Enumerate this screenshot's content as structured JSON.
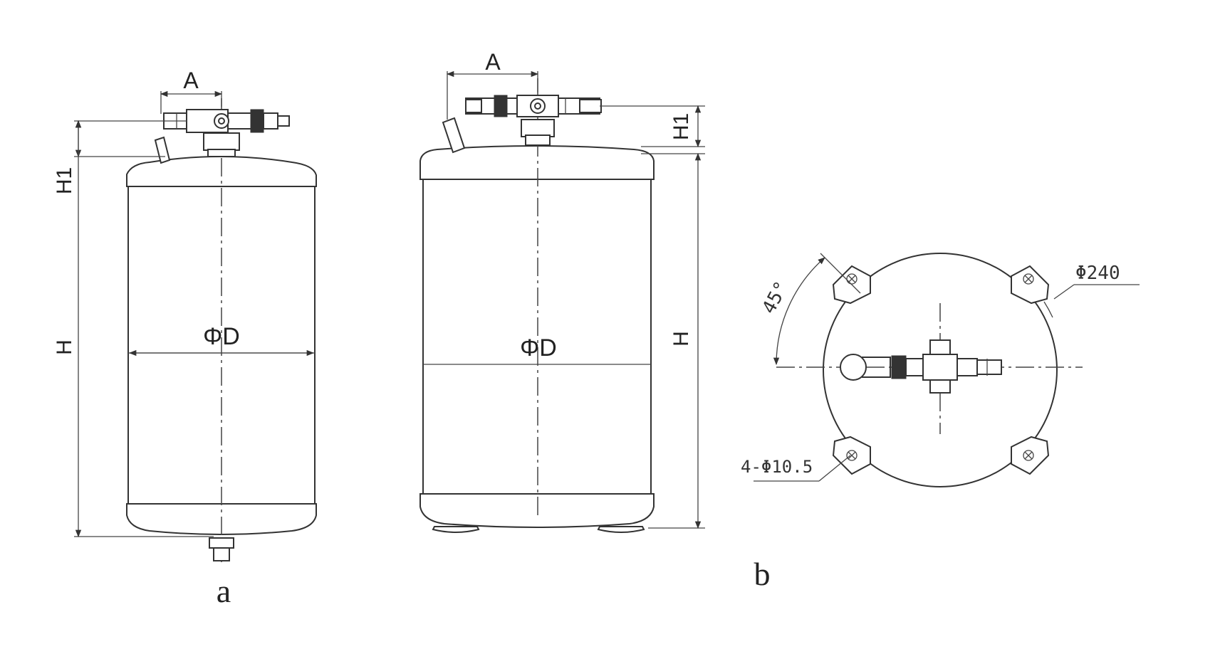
{
  "view_a": {
    "dim_a": "A",
    "dim_h1": "H1",
    "dim_h": "H",
    "dim_diameter": "ΦD",
    "caption": "a"
  },
  "view_side": {
    "dim_a": "A",
    "dim_h1": "H1",
    "dim_h": "H",
    "dim_diameter": "ΦD"
  },
  "view_b": {
    "angle": "45°",
    "bolt_circle": "Φ240",
    "holes": "4-Φ10.5",
    "caption": "b"
  }
}
